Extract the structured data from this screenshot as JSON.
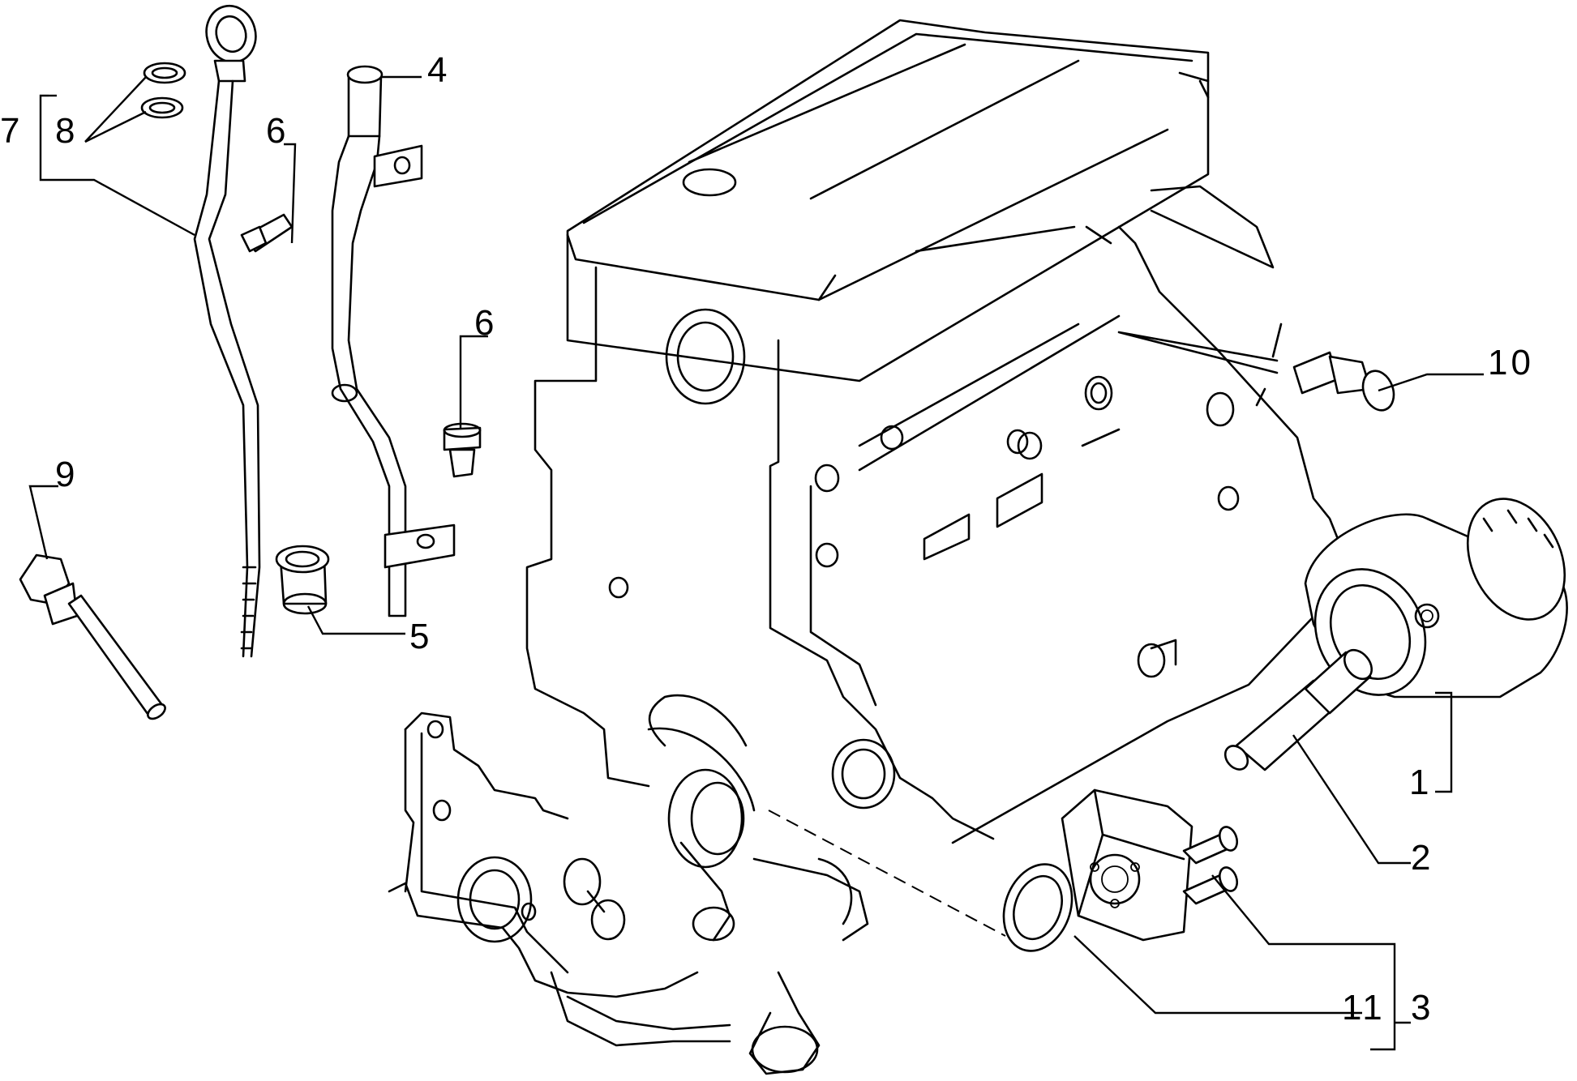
{
  "callouts": {
    "c1": "1",
    "c2": "2",
    "c3": "3",
    "c4": "4",
    "c5": "5",
    "c6a": "6",
    "c6b": "6",
    "c7": "7",
    "c8": "8",
    "c9": "9",
    "c10": "10",
    "c11": "11"
  }
}
